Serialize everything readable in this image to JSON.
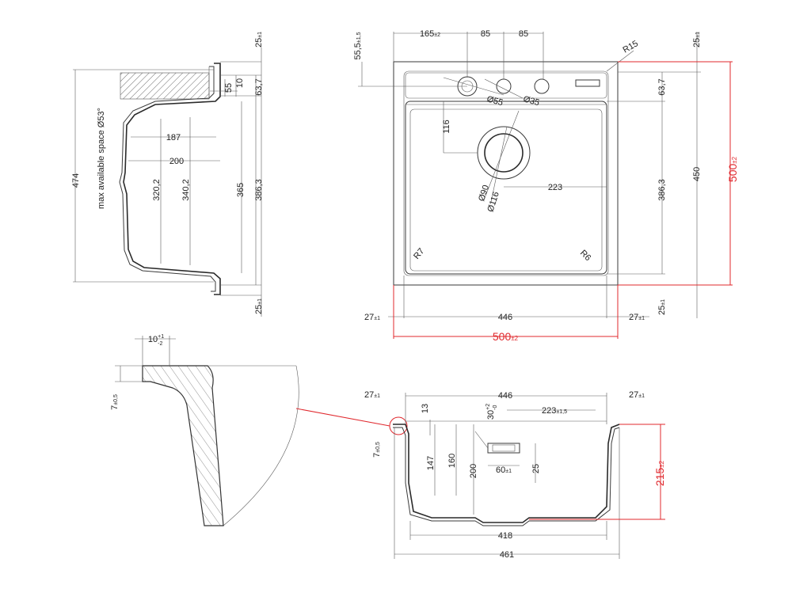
{
  "side_view": {
    "d474": "474",
    "note": "max available space Ø53°",
    "d187": "187",
    "d200": "200",
    "d320_2": "320,2",
    "d340_2": "340,2",
    "d365": "365",
    "d386_3": "386,3",
    "d63_7": "63,7",
    "d55": "55",
    "d10": "10",
    "d25_top": "25",
    "d25_top_tol": "±1",
    "d25_bot": "25",
    "d25_bot_tol": "±1"
  },
  "top_view": {
    "d55_5": "55,5",
    "d55_5_tol": "±1,5",
    "d165": "165",
    "d165_tol": "±2",
    "d85a": "85",
    "d85b": "85",
    "r15": "R15",
    "d25_top": "25",
    "d25_top_tol": "±1",
    "d63_7": "63,7",
    "d450": "450",
    "d500_v": "500",
    "d500_v_tol": "±2",
    "d386_3": "386,3",
    "d116": "116",
    "o55": "Ø55",
    "o35": "Ø35",
    "o90": "Ø90",
    "o116": "Ø116",
    "d223": "223",
    "r7": "R7",
    "r6": "R6",
    "d25_bot": "25",
    "d25_bot_tol": "±1",
    "d27_left": "27",
    "d27_left_tol": "±1",
    "d446": "446",
    "d27_right": "27",
    "d27_right_tol": "±1",
    "d500_h": "500",
    "d500_h_tol": "±2"
  },
  "detail_view": {
    "d10": "10",
    "d10_tol_up": "+1",
    "d10_tol_dn": "-2",
    "d7": "7",
    "d7_tol": "±0,5"
  },
  "section_view": {
    "d27_left": "27",
    "d27_left_tol": "±1",
    "d446": "446",
    "d27_right": "27",
    "d27_right_tol": "±1",
    "d13": "13",
    "d30": "30",
    "d30_tol_up": "+2",
    "d30_tol_dn": "-0",
    "d223": "223",
    "d223_tol": "±1,5",
    "d7": "7",
    "d7_tol": "±0,5",
    "d147": "147",
    "d160": "160",
    "d200": "200",
    "d60": "60",
    "d60_tol": "±1",
    "d25": "25",
    "d215": "215",
    "d215_tol": "±2",
    "d418": "418",
    "d461": "461"
  }
}
